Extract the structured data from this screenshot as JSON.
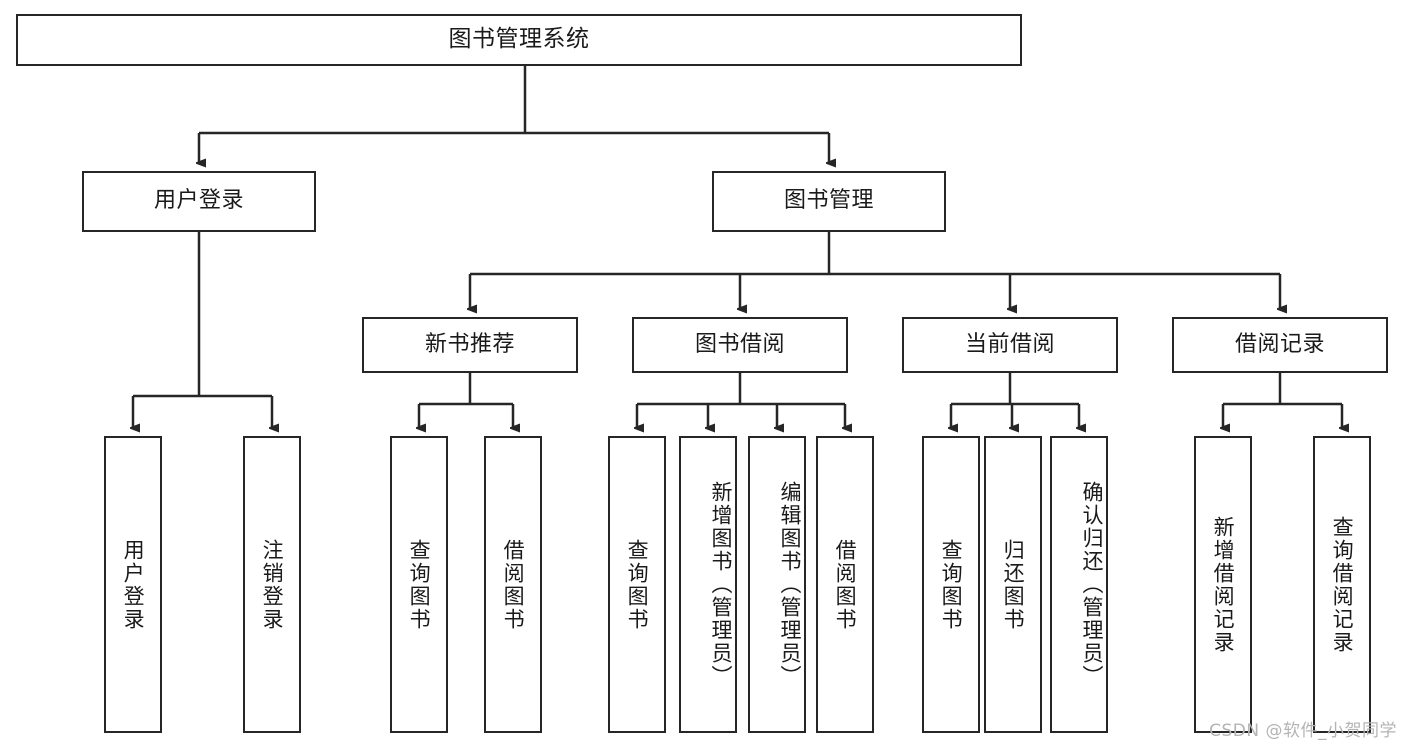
{
  "diagram": {
    "type": "tree-hierarchy",
    "title": "图书管理系统",
    "watermark": "CSDN @软件_小贺同学",
    "colors": {
      "stroke": "#262626",
      "fill": "#ffffff",
      "text": "#1a1a1a",
      "watermark": "#b4b4b4"
    },
    "levels": [
      {
        "level": 1,
        "labels": [
          "图书管理系统"
        ]
      },
      {
        "level": 2,
        "labels": [
          "用户登录",
          "图书管理"
        ]
      },
      {
        "level": 3,
        "labels": [
          "新书推荐",
          "图书借阅",
          "当前借阅",
          "借阅记录"
        ]
      },
      {
        "level": 4,
        "labels": [
          "用户登录",
          "注销登录",
          "查询图书",
          "借阅图书",
          "查询图书",
          "新增图书（管理员）",
          "编辑图书（管理员）",
          "借阅图书",
          "查询图书",
          "归还图书",
          "确认归还（管理员）",
          "新增借阅记录",
          "查询借阅记录"
        ]
      }
    ],
    "nodes": {
      "root": {
        "label": "图书管理系统"
      },
      "user_login": {
        "label": "用户登录"
      },
      "book_manage": {
        "label": "图书管理"
      },
      "new_book_rec": {
        "label": "新书推荐"
      },
      "book_borrow": {
        "label": "图书借阅"
      },
      "current_borrow": {
        "label": "当前借阅"
      },
      "borrow_record": {
        "label": "借阅记录"
      },
      "leaf_user_login": {
        "label": "用户登录"
      },
      "leaf_logout": {
        "label": "注销登录"
      },
      "leaf_query_book_1": {
        "label": "查询图书"
      },
      "leaf_borrow_book_1": {
        "label": "借阅图书"
      },
      "leaf_query_book_2": {
        "label": "查询图书"
      },
      "leaf_add_book": {
        "label": "新增图书（管理员）"
      },
      "leaf_edit_book": {
        "label": "编辑图书（管理员）"
      },
      "leaf_borrow_book_2": {
        "label": "借阅图书"
      },
      "leaf_query_book_3": {
        "label": "查询图书"
      },
      "leaf_return_book": {
        "label": "归还图书"
      },
      "leaf_confirm_return": {
        "label": "确认归还（管理员）"
      },
      "leaf_add_record": {
        "label": "新增借阅记录"
      },
      "leaf_query_record": {
        "label": "查询借阅记录"
      }
    },
    "edges": [
      {
        "from": "root",
        "to": "user_login"
      },
      {
        "from": "root",
        "to": "book_manage"
      },
      {
        "from": "user_login",
        "to": "leaf_user_login"
      },
      {
        "from": "user_login",
        "to": "leaf_logout"
      },
      {
        "from": "book_manage",
        "to": "new_book_rec"
      },
      {
        "from": "book_manage",
        "to": "book_borrow"
      },
      {
        "from": "book_manage",
        "to": "current_borrow"
      },
      {
        "from": "book_manage",
        "to": "borrow_record"
      },
      {
        "from": "new_book_rec",
        "to": "leaf_query_book_1"
      },
      {
        "from": "new_book_rec",
        "to": "leaf_borrow_book_1"
      },
      {
        "from": "book_borrow",
        "to": "leaf_query_book_2"
      },
      {
        "from": "book_borrow",
        "to": "leaf_add_book"
      },
      {
        "from": "book_borrow",
        "to": "leaf_edit_book"
      },
      {
        "from": "book_borrow",
        "to": "leaf_borrow_book_2"
      },
      {
        "from": "current_borrow",
        "to": "leaf_query_book_3"
      },
      {
        "from": "current_borrow",
        "to": "leaf_return_book"
      },
      {
        "from": "current_borrow",
        "to": "leaf_confirm_return"
      },
      {
        "from": "borrow_record",
        "to": "leaf_add_record"
      },
      {
        "from": "borrow_record",
        "to": "leaf_query_record"
      }
    ]
  }
}
